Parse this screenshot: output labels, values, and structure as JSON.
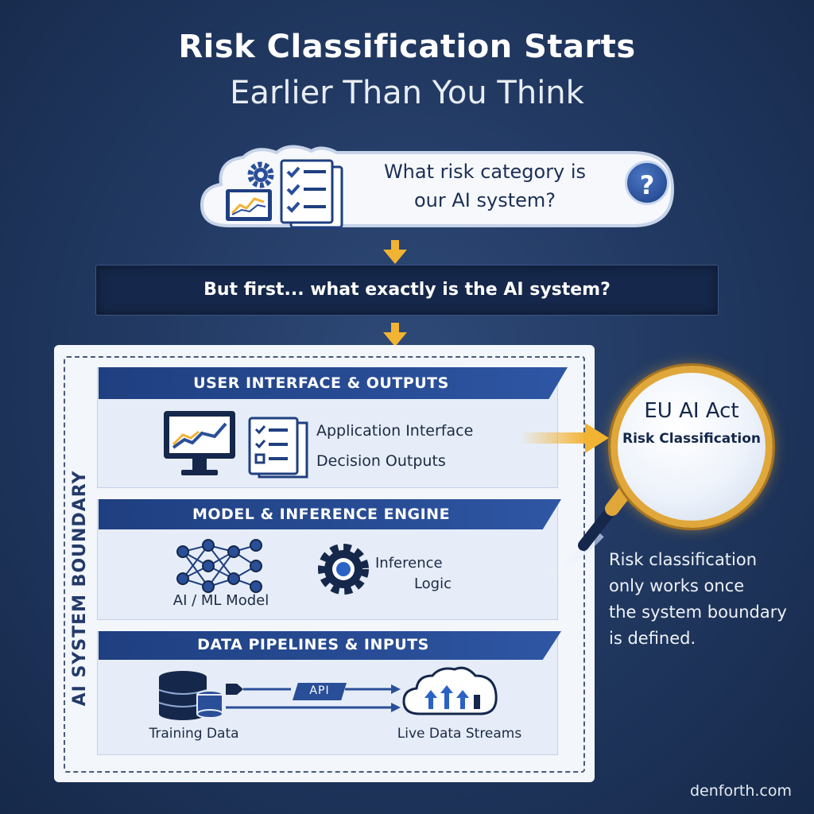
{
  "title": {
    "line1": "Risk Classification Starts",
    "line2": "Earlier Than You Think"
  },
  "question": {
    "text": "What risk category is our AI system?",
    "badge": "?"
  },
  "first_banner": "But first... what exactly is the AI system?",
  "boundary_label": "AI SYSTEM BOUNDARY",
  "layers": {
    "ui": {
      "title": "USER INTERFACE & OUTPUTS",
      "item1": "Application Interface",
      "item2": "Decision Outputs"
    },
    "model": {
      "title": "MODEL & INFERENCE ENGINE",
      "item1": "AI / ML Model",
      "item2_line1": "Inference",
      "item2_line2": "Logic"
    },
    "data": {
      "title": "DATA PIPELINES & INPUTS",
      "item1": "Training Data",
      "connector": "API",
      "item2": "Live Data Streams"
    }
  },
  "magnifier": {
    "line1": "EU AI Act",
    "line2": "Risk Classification"
  },
  "side_note": {
    "line1": "Risk classification",
    "line2": "only works once",
    "line3": "the system boundary",
    "line4": "is defined."
  },
  "footer": "denforth.com",
  "colors": {
    "accent": "#f2b333",
    "navy": "#1f3f80",
    "background": "#223a63"
  }
}
